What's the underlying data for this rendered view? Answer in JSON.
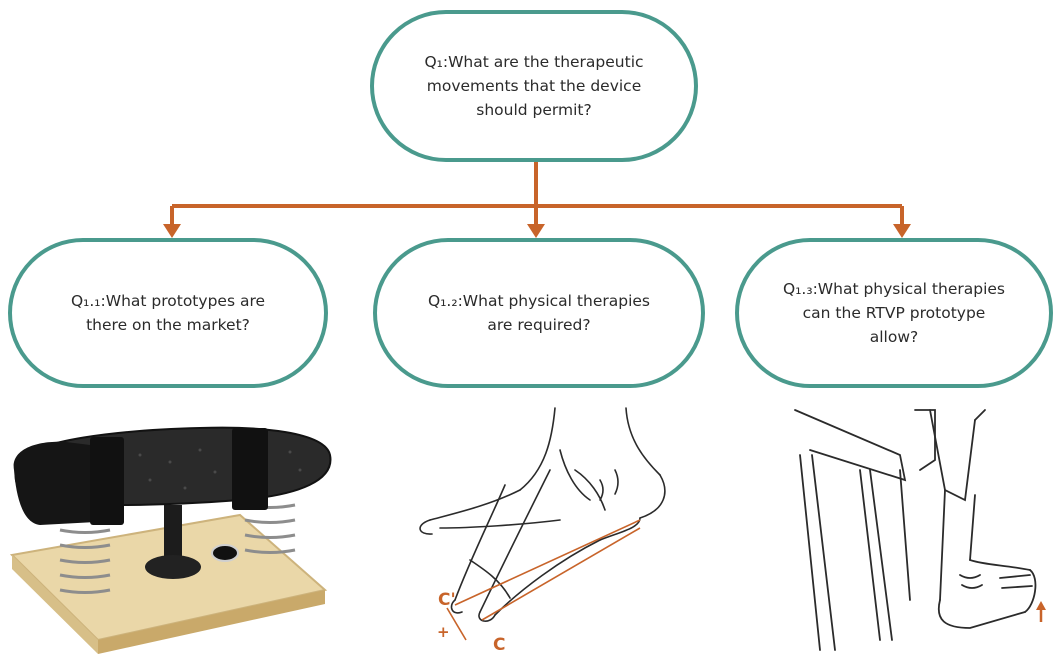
{
  "root": {
    "text": "Q₁:What are the therapeutic\nmovements that the device\nshould permit?"
  },
  "children": [
    {
      "text": "Q₁.₁:What prototypes are\nthere on the market?"
    },
    {
      "text": "Q₁.₂:What physical therapies\nare required?"
    },
    {
      "text": "Q₁.₃:What physical therapies\ncan the RTVP prototype\nallow?"
    }
  ],
  "annotations": {
    "c_prime": "C'",
    "c": "C",
    "plus": "+"
  },
  "colors": {
    "node_border": "#4a9a8d",
    "arrow": "#c8642a"
  }
}
